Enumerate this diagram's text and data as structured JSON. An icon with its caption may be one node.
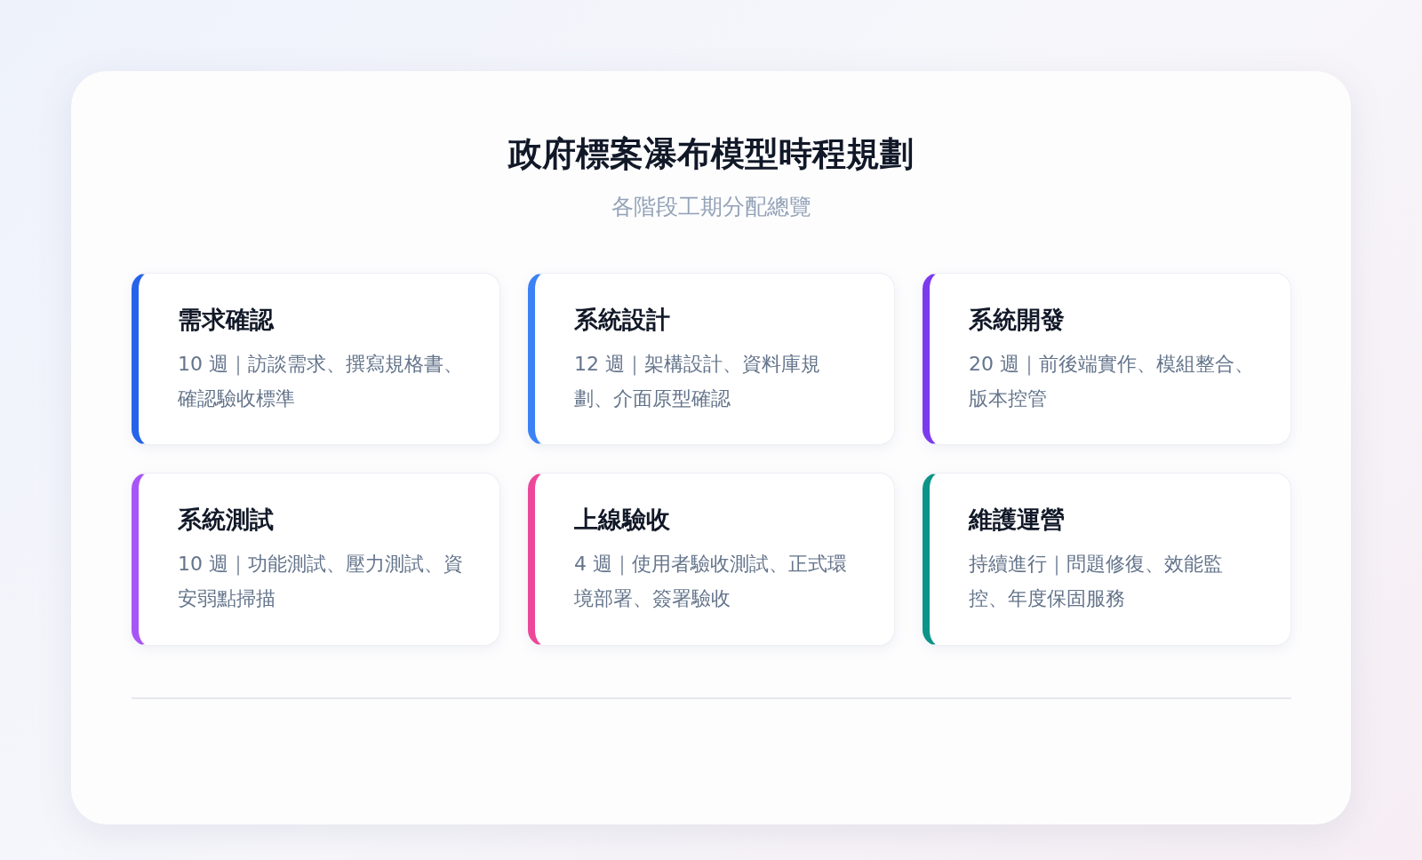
{
  "diagram": {
    "title": "政府標案瀑布模型時程規劃",
    "nodes": [
      {
        "text": [
          "需求確認",
          "10 週｜訪談需求、撰寫規格書、確認驗收標準"
        ]
      },
      {
        "text": [
          "系統設計",
          "12 週｜架構設計、資料庫規劃、介面原型確認"
        ]
      },
      {
        "text": [
          "系統開發",
          "20 週｜前後端實作、模組整合、版本控管"
        ]
      },
      {
        "text": [
          "系統測試",
          "10 週｜功能測試、壓力測試、資安弱點掃描"
        ]
      },
      {
        "text": [
          "上線驗收",
          "4 週｜使用者驗收測試、正式環境部署、簽署驗收"
        ]
      },
      {
        "text": [
          "維護運營",
          "持續進行｜問題修復、效能監控、年度保固服務"
        ]
      }
    ],
    "labels": [
      "各階段工期分配總覽"
    ]
  }
}
